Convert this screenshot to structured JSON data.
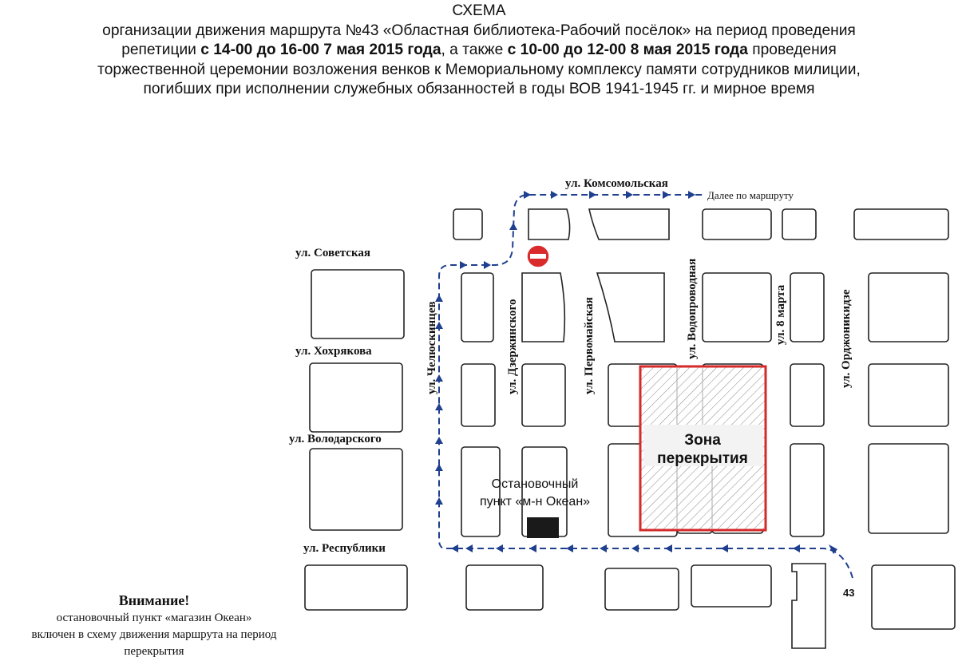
{
  "header": {
    "title": "СХЕМА",
    "line1": "организации движения маршрута №43 «Областная библиотека-Рабочий посёлок» на период проведения",
    "line2_a": "репетиции ",
    "line2_b": "с 14-00 до 16-00  7 мая 2015 года",
    "line2_c": ", а также ",
    "line2_d": "с 10-00 до 12-00  8 мая 2015 года",
    "line2_e": " проведения",
    "line3": "торжественной церемонии возложения венков к Мемориальному комплексу памяти сотрудников милиции,",
    "line4": "погибших при исполнении служебных обязанностей в годы ВОВ 1941-1945 гг. и мирное время"
  },
  "streets": {
    "komsomolskaya": "ул. Комсомольская",
    "sovetskaya": "ул. Советская",
    "khokhryakova": "ул. Хохрякова",
    "volodarskogo": "ул. Володарского",
    "respubliki": "ул. Республики",
    "chelyuskintsev": "ул. Челюскинцев",
    "dzerzhinskogo": "ул. Дзержинского",
    "pervomayskaya": "ул. Первомайская",
    "vodoprovodnaya": "ул. Водопроводная",
    "marta8": "ул. 8 марта",
    "ordzhonikidze": "ул. Орджоникидзе"
  },
  "labels": {
    "further_route": "Далее по маршруту",
    "zone_line1": "Зона",
    "zone_line2": "перекрытия",
    "stop_line1": "Остановочный",
    "stop_line2": "пункт «м-н Океан»",
    "route_number": "43"
  },
  "notice": {
    "title": "Внимание!",
    "line1": "остановочный пункт «магазин Океан»",
    "line2": "включен в схему движения маршрута на период",
    "line3": "перекрытия"
  },
  "colors": {
    "route": "#1f3f8f",
    "zone_border": "#d42a2a",
    "no_entry": "#d92b2b",
    "block_stroke": "#222222"
  },
  "icons": {
    "no_entry": "no-entry-sign-icon",
    "bus_stop": "bus-stop-marker-icon"
  }
}
